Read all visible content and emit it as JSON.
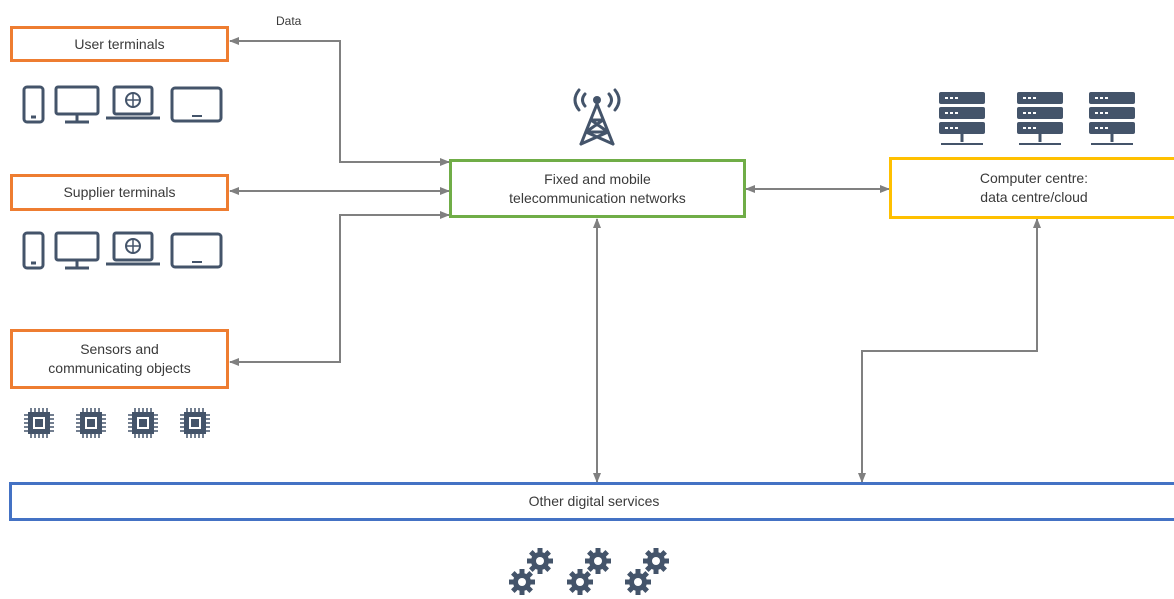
{
  "diagram": {
    "nodes": {
      "user_terminals": "User terminals",
      "supplier_terminals": "Supplier terminals",
      "sensors": "Sensors and\ncommunicating objects",
      "networks": "Fixed and mobile\ntelecommunication networks",
      "computer_centre": "Computer centre:\ndata centre/cloud",
      "other_services": "Other digital services"
    },
    "edge_label": "Data",
    "colors": {
      "terminal_border": "#ee7d31",
      "network_border": "#70ad47",
      "computer_border": "#ffc000",
      "services_border": "#4472c4",
      "icon": "#44546a",
      "arrow": "#808080"
    },
    "icons": [
      "smartphone-icon",
      "monitor-icon",
      "laptop-globe-icon",
      "tablet-icon",
      "antenna-tower-icon",
      "server-rack-icon",
      "chip-icon",
      "gears-icon"
    ]
  }
}
